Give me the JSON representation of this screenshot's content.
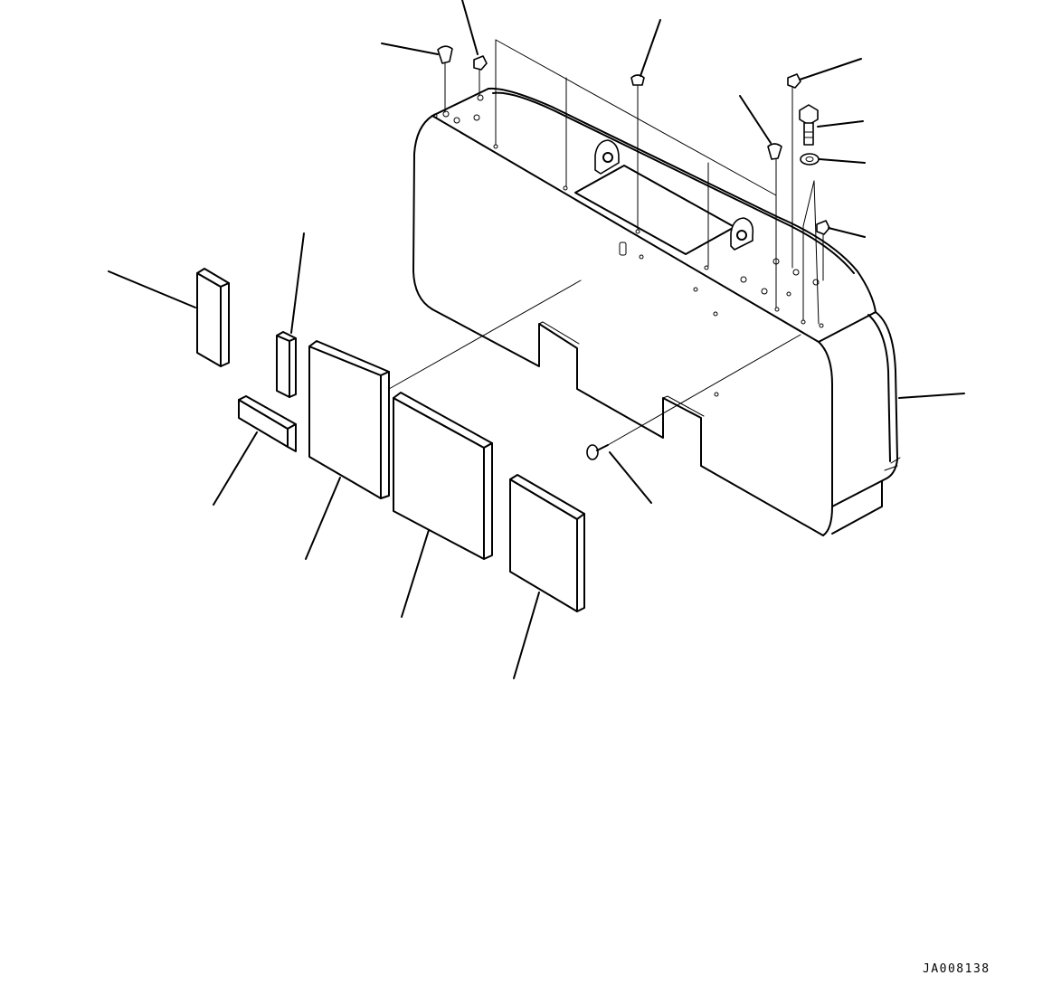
{
  "drawing": {
    "id": "JA008138"
  },
  "colors": {
    "ink": "#000000",
    "paper": "#ffffff"
  },
  "components": [
    "counterweight-housing",
    "top-access-cover",
    "lifting-eye",
    "bolt-icon",
    "washer-icon",
    "clip-icon",
    "grommet-icon",
    "insulation-pad"
  ]
}
